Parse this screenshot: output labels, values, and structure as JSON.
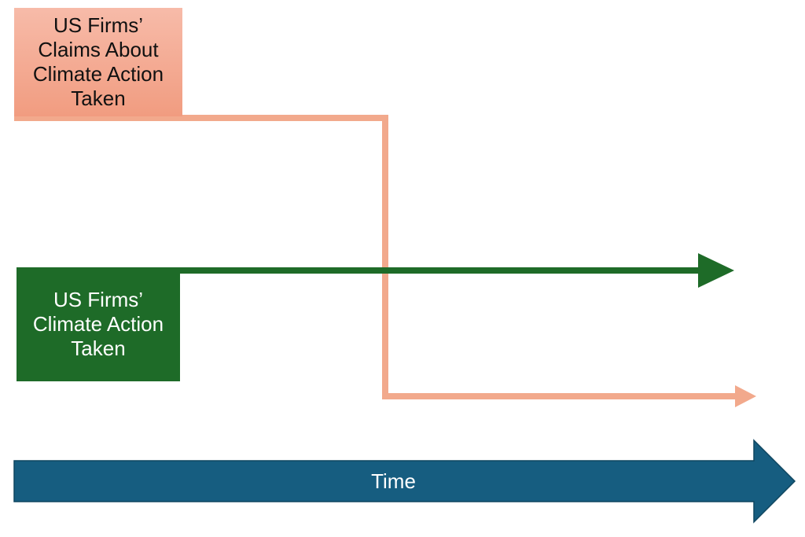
{
  "claims_box": {
    "label": "US Firms’\nClaims About\nClimate Action\nTaken"
  },
  "action_box": {
    "label": "US Firms’\nClimate Action\nTaken"
  },
  "time_arrow": {
    "label": "Time"
  },
  "colors": {
    "claims_line": "#f2a98c",
    "claims_box_top": "#f7bba9",
    "claims_box_bottom": "#f19c80",
    "action_line": "#1e6b28",
    "action_box": "#1e6b28",
    "time_arrow": "#165d80",
    "time_arrow_border": "#0f4660"
  }
}
